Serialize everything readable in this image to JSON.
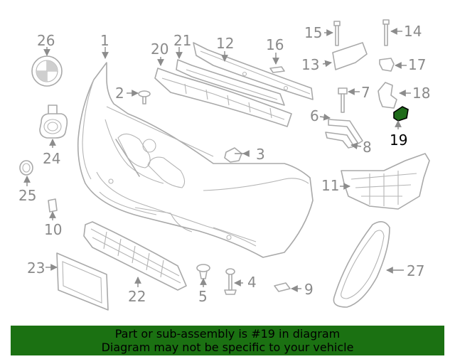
{
  "diagram": {
    "highlight_part": "19",
    "highlight_color": "#1f6b1a",
    "line_color": "#a9a9a9",
    "callouts": [
      "26",
      "1",
      "20",
      "21",
      "12",
      "16",
      "15",
      "14",
      "13",
      "17",
      "2",
      "7",
      "18",
      "6",
      "19",
      "3",
      "8",
      "24",
      "11",
      "25",
      "10",
      "23",
      "22",
      "4",
      "9",
      "5",
      "27"
    ]
  },
  "footer": {
    "background": "#1b7112",
    "line1": "Part or sub-assembly is #19 in diagram",
    "line2": "Diagram may not be specific to your vehicle"
  }
}
